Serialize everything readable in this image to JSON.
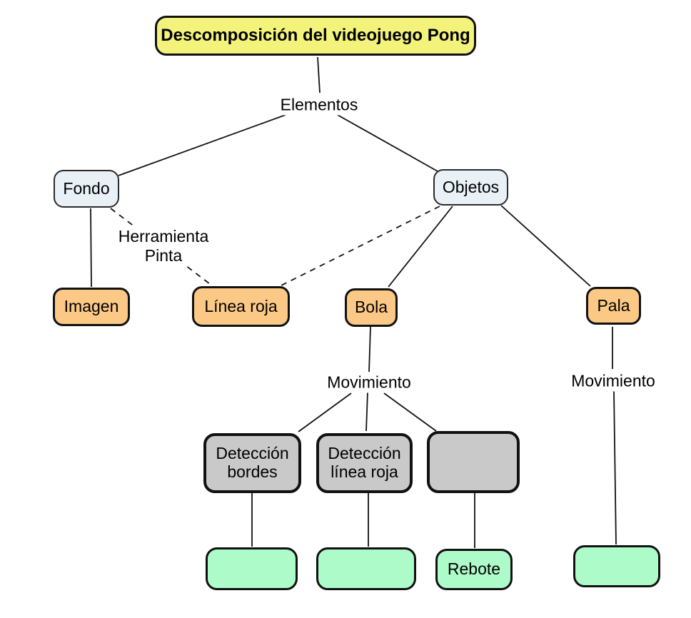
{
  "diagram": {
    "title": "Descomposición del videojuego Pong",
    "nodes": {
      "fondo": "Fondo",
      "objetos": "Objetos",
      "imagen": "Imagen",
      "linea_roja": "Línea roja",
      "bola": "Bola",
      "pala": "Pala",
      "deteccion_bordes": "Detección bordes",
      "deteccion_linea_roja": "Detección línea roja",
      "proceso_sin_titulo": "",
      "resultado_bordes": "",
      "resultado_linea_roja": "",
      "rebote": "Rebote",
      "resultado_pala": ""
    },
    "edge_labels": {
      "elementos": "Elementos",
      "herramienta_pinta": "Herramienta Pinta",
      "movimiento_bola": "Movimiento",
      "movimiento_pala": "Movimiento"
    },
    "edges": [
      {
        "from": "title",
        "to": "elementos",
        "style": "solid"
      },
      {
        "from": "elementos",
        "to": "fondo",
        "style": "solid"
      },
      {
        "from": "elementos",
        "to": "objetos",
        "style": "solid"
      },
      {
        "from": "fondo",
        "to": "imagen",
        "style": "solid"
      },
      {
        "from": "fondo",
        "to": "linea_roja",
        "style": "dashed",
        "label": "Herramienta Pinta"
      },
      {
        "from": "objetos",
        "to": "linea_roja",
        "style": "dashed"
      },
      {
        "from": "objetos",
        "to": "bola",
        "style": "solid"
      },
      {
        "from": "objetos",
        "to": "pala",
        "style": "solid"
      },
      {
        "from": "bola",
        "to": "deteccion_bordes",
        "style": "solid",
        "label": "Movimiento"
      },
      {
        "from": "bola",
        "to": "deteccion_linea_roja",
        "style": "solid",
        "label": "Movimiento"
      },
      {
        "from": "bola",
        "to": "proceso_sin_titulo",
        "style": "solid",
        "label": "Movimiento"
      },
      {
        "from": "deteccion_bordes",
        "to": "resultado_bordes",
        "style": "solid"
      },
      {
        "from": "deteccion_linea_roja",
        "to": "resultado_linea_roja",
        "style": "solid"
      },
      {
        "from": "proceso_sin_titulo",
        "to": "rebote",
        "style": "solid"
      },
      {
        "from": "pala",
        "to": "resultado_pala",
        "style": "solid",
        "label": "Movimiento"
      }
    ],
    "colors": {
      "title_fill": "#f3f37c",
      "category_fill": "#e9f0f6",
      "item_fill": "#fbc885",
      "process_fill": "#c9c9c9",
      "result_fill": "#adfbc8",
      "border": "#111111",
      "line": "#111111",
      "background": "#ffffff"
    }
  }
}
